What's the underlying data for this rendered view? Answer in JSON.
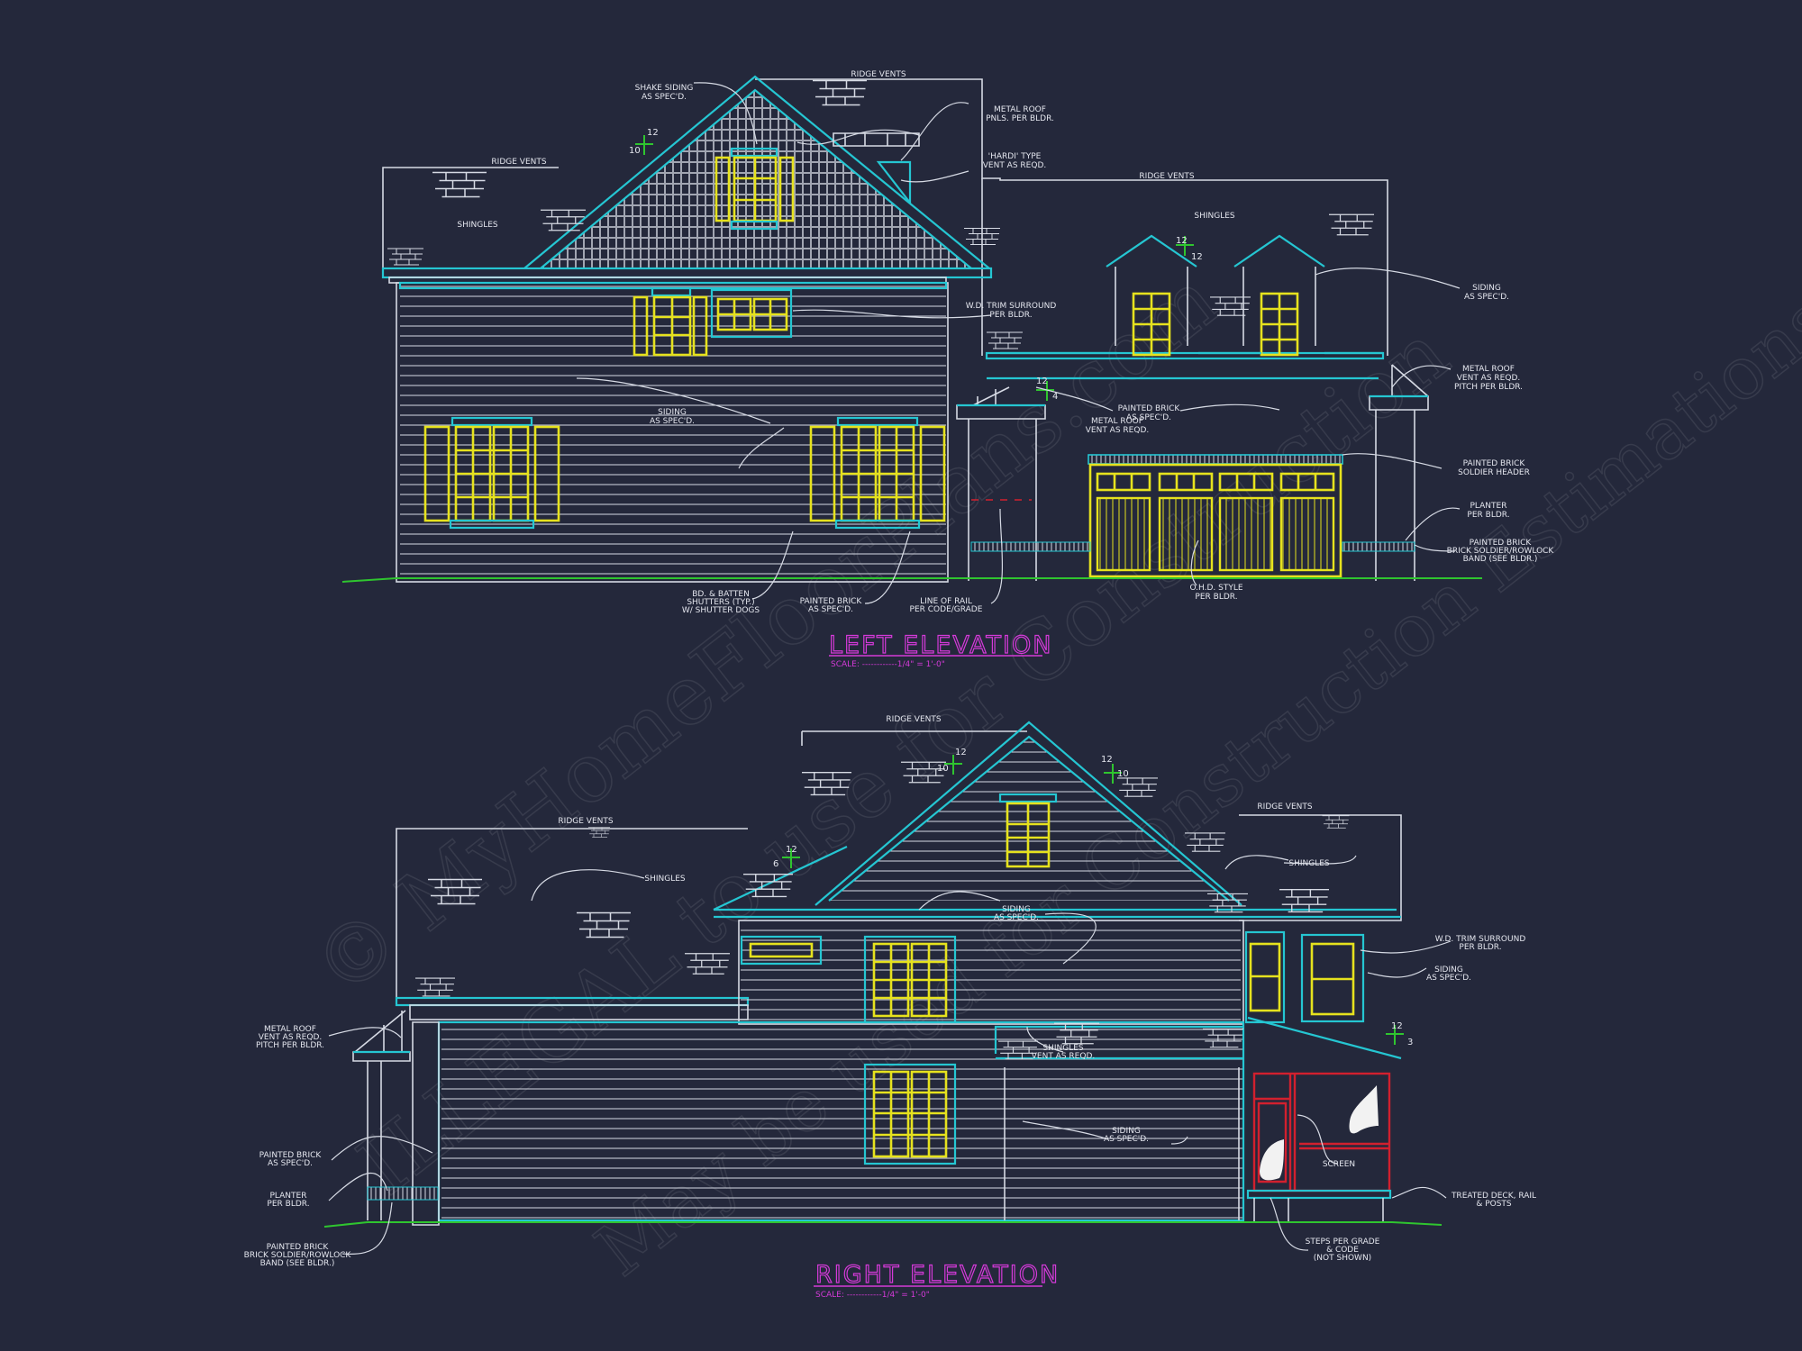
{
  "colors": {
    "background": "#24283b",
    "linework": "#d6dae4",
    "trim": "#25c6d2",
    "windows": "#e6e21e",
    "grade": "#2fc52f",
    "screen_porch": "#d2202e",
    "titles": "#d43ad8"
  },
  "watermark": [
    "© MyHomeFloorPlans.com",
    "ILLEGAL to use for Construction",
    "May be used for Construction Estimations"
  ],
  "left_elevation": {
    "title": "LEFT ELEVATION",
    "scale": "SCALE: ------------1/4\" = 1'-0\"",
    "pitches": [
      [
        "12",
        "10"
      ],
      [
        "12",
        "12"
      ],
      [
        "12",
        "4"
      ]
    ],
    "notes": [
      [
        "SHAKE SIDING",
        "AS SPEC'D."
      ],
      [
        "RIDGE VENTS"
      ],
      [
        "METAL ROOF",
        "PNLS. PER BLDR."
      ],
      [
        "'HARDI' TYPE",
        "VENT AS REQD."
      ],
      [
        "RIDGE VENTS"
      ],
      [
        "SHINGLES"
      ],
      [
        "RIDGE VENTS"
      ],
      [
        "SHINGLES"
      ],
      [
        "W.D. TRIM SURROUND",
        "PER BLDR."
      ],
      [
        "SIDING",
        "AS SPEC'D."
      ],
      [
        "METAL ROOF",
        "VENT AS REQD.",
        "PITCH PER BLDR."
      ],
      [
        "PAINTED BRICK",
        "AS SPEC'D."
      ],
      [
        "METAL ROOF",
        "VENT AS REQD."
      ],
      [
        "SIDING",
        "AS SPEC'D."
      ],
      [
        "PAINTED BRICK",
        "SOLDIER HEADER"
      ],
      [
        "PLANTER",
        "PER BLDR."
      ],
      [
        "PAINTED BRICK",
        "BRICK SOLDIER/ROWLOCK",
        "BAND (SEE BLDR.)"
      ],
      [
        "O.H.D. STYLE",
        "PER BLDR."
      ],
      [
        "BD. & BATTEN",
        "SHUTTERS (TYP.)",
        "W/ SHUTTER DOGS"
      ],
      [
        "PAINTED BRICK",
        "AS SPEC'D."
      ],
      [
        "LINE OF RAIL",
        "PER CODE/GRADE"
      ]
    ]
  },
  "right_elevation": {
    "title": "RIGHT ELEVATION",
    "scale": "SCALE: ------------1/4\" = 1'-0\"",
    "pitches": [
      [
        "12",
        "10"
      ],
      [
        "12",
        "6"
      ],
      [
        "12",
        "10"
      ],
      [
        "12",
        "3"
      ]
    ],
    "notes": [
      [
        "RIDGE VENTS"
      ],
      [
        "RIDGE VENTS"
      ],
      [
        "RIDGE VENTS"
      ],
      [
        "SHINGLES"
      ],
      [
        "SHINGLES"
      ],
      [
        "SIDING",
        "AS SPEC'D."
      ],
      [
        "W.D. TRIM SURROUND",
        "PER BLDR."
      ],
      [
        "SIDING",
        "AS SPEC'D."
      ],
      [
        "METAL ROOF",
        "VENT AS REQD.",
        "PITCH PER BLDR."
      ],
      [
        "SHINGLES",
        "VENT AS REQD."
      ],
      [
        "SIDING",
        "AS SPEC'D."
      ],
      [
        "PAINTED BRICK",
        "AS SPEC'D."
      ],
      [
        "PLANTER",
        "PER BLDR."
      ],
      [
        "PAINTED BRICK",
        "BRICK SOLDIER/ROWLOCK",
        "BAND (SEE BLDR.)"
      ],
      [
        "SCREEN"
      ],
      [
        "TREATED DECK, RAIL",
        "& POSTS"
      ],
      [
        "STEPS PER GRADE",
        "& CODE",
        "(NOT SHOWN)"
      ]
    ]
  }
}
